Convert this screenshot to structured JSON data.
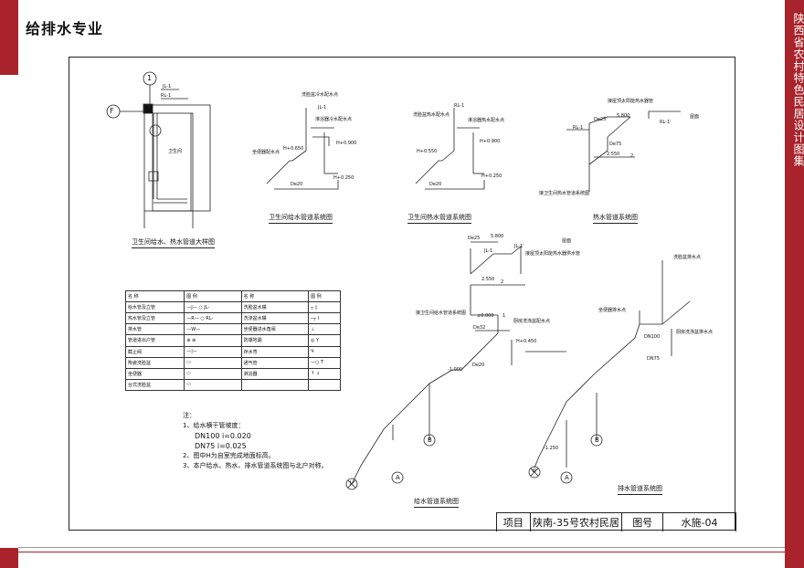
{
  "header": {
    "title": "给排水专业"
  },
  "side_band": {
    "text": "陕西省农村特色民居设计图集"
  },
  "drawings": {
    "bathroom_detail": {
      "caption": "卫生间给水、热水管道大样图",
      "grid_number": "1",
      "grid_letter": "F",
      "room_label": "卫生间",
      "riser_labels": [
        "JL-1",
        "RL-1"
      ]
    },
    "bath_water_supply": {
      "caption": "卫生间给水管道系统图",
      "labels": [
        "洗脸盆冷水配水点",
        "淋浴器冷水配水点",
        "JL-1",
        "H+0.900",
        "H+0.650",
        "H+0.250",
        "坐便器配水点",
        "De20"
      ]
    },
    "bath_hot_water": {
      "caption": "卫生间热水管道系统图",
      "labels": [
        "洗脸盆热水配水点",
        "淋浴器热水配水点",
        "RL-1",
        "H+0.900",
        "H+0.550",
        "H+0.250",
        "De20"
      ]
    },
    "hot_water_system": {
      "caption": "热水管道系统图",
      "labels": [
        "接屋顶太阳能热水器管",
        "屋面",
        "5.800",
        "RL-1",
        "RL-1'",
        "De25",
        "De75",
        "2.550",
        "2",
        "接卫生间热水管道系统图"
      ]
    },
    "water_supply_system": {
      "caption": "给水管道系统图",
      "labels": [
        "屋面",
        "5.800",
        "JL-1",
        "JL-1'",
        "接屋顶太阳能热水器供水管",
        "De25",
        "2.550",
        "2",
        "接卫生间给水管道系统图",
        "±0.000",
        "1",
        "De32",
        "厨房洗涤盆配水点",
        "H+0.450",
        "De20",
        "-1.000",
        "A",
        "B",
        "J"
      ]
    },
    "drainage_system": {
      "caption": "排水管道系统图",
      "labels": [
        "洗脸盆排水点",
        "坐便器排水点",
        "厨房洗涤盆排水点",
        "DN100",
        "DN75",
        "-1.250",
        "A",
        "B",
        "W"
      ]
    }
  },
  "legend": {
    "headers": [
      "名 称",
      "图 例",
      "名 称",
      "图 例"
    ],
    "rows": [
      [
        "给水管及立管",
        "—J— ○ JL-",
        "洗脸盆水嘴",
        "┬ ▯"
      ],
      [
        "热水管及立管",
        "—R— ○ RL-",
        "洗涤盆水嘴",
        "─┬ I"
      ],
      [
        "排水管",
        "—W—",
        "坐便器进水角阀",
        "⊥"
      ],
      [
        "管道进出户管",
        "⊕ ⊕",
        "防爆地漏",
        "◎ Y"
      ],
      [
        "截止阀",
        "—|—",
        "存水弯",
        "Ч"
      ],
      [
        "陶瓷洗脸盆",
        "▭",
        "通气管",
        "—○ T"
      ],
      [
        "坐便器",
        "▭",
        "淋浴器",
        "↑ ↓"
      ],
      [
        "台式洗脸盆",
        "▭",
        "",
        ""
      ]
    ]
  },
  "notes": {
    "title": "注：",
    "items": [
      "1、给水横干管坡度：",
      "DN100    i=0.020",
      "DN75     i=0.025",
      "2、图中H为自室完成地面标高。",
      "3、本户给水、热水、排水管道系统图与北户对称。"
    ]
  },
  "title_block": {
    "project_label": "项目",
    "project_name": "陕南-35号农村民居",
    "drawing_no_label": "图号",
    "drawing_no": "水施-04"
  }
}
